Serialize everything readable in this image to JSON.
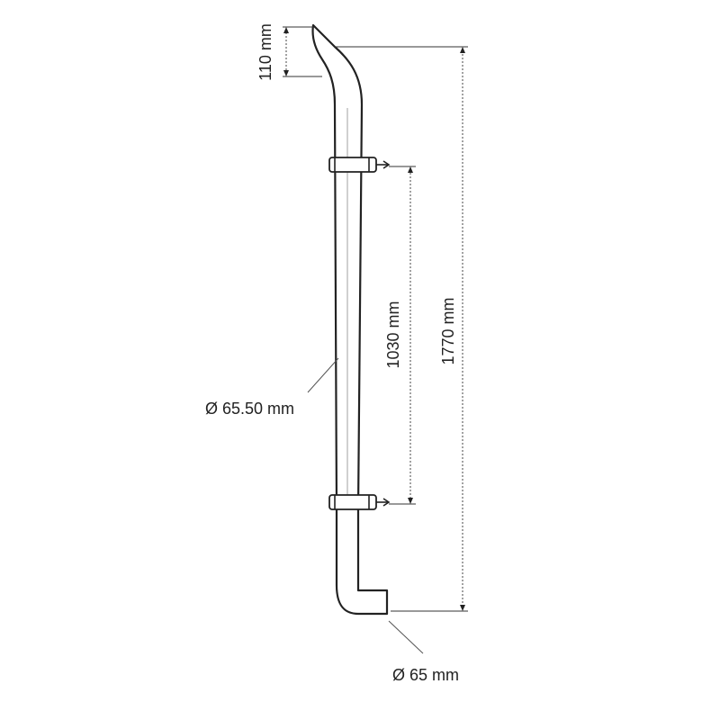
{
  "dimensions": {
    "tip_height": "110 mm",
    "clamp_spacing": "1030 mm",
    "overall_height": "1770 mm",
    "pipe_diameter": "Ø 65.50 mm",
    "outlet_diameter": "Ø 65 mm"
  },
  "colors": {
    "line": "#222222",
    "background": "#ffffff"
  }
}
